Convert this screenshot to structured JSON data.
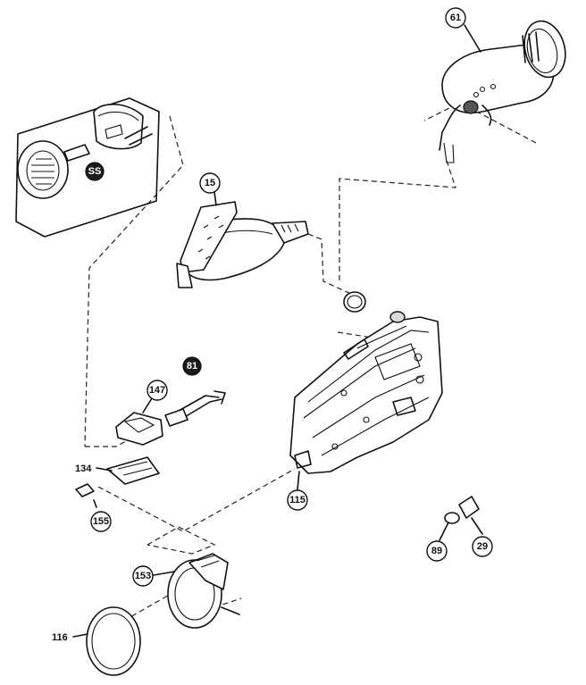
{
  "diagram": {
    "part_labels": {
      "p61": "61",
      "p15": "15",
      "p147": "147",
      "p134": "134",
      "p155": "155",
      "p115": "115",
      "p153": "153",
      "p116": "116",
      "p89": "89",
      "p29": "29"
    }
  }
}
